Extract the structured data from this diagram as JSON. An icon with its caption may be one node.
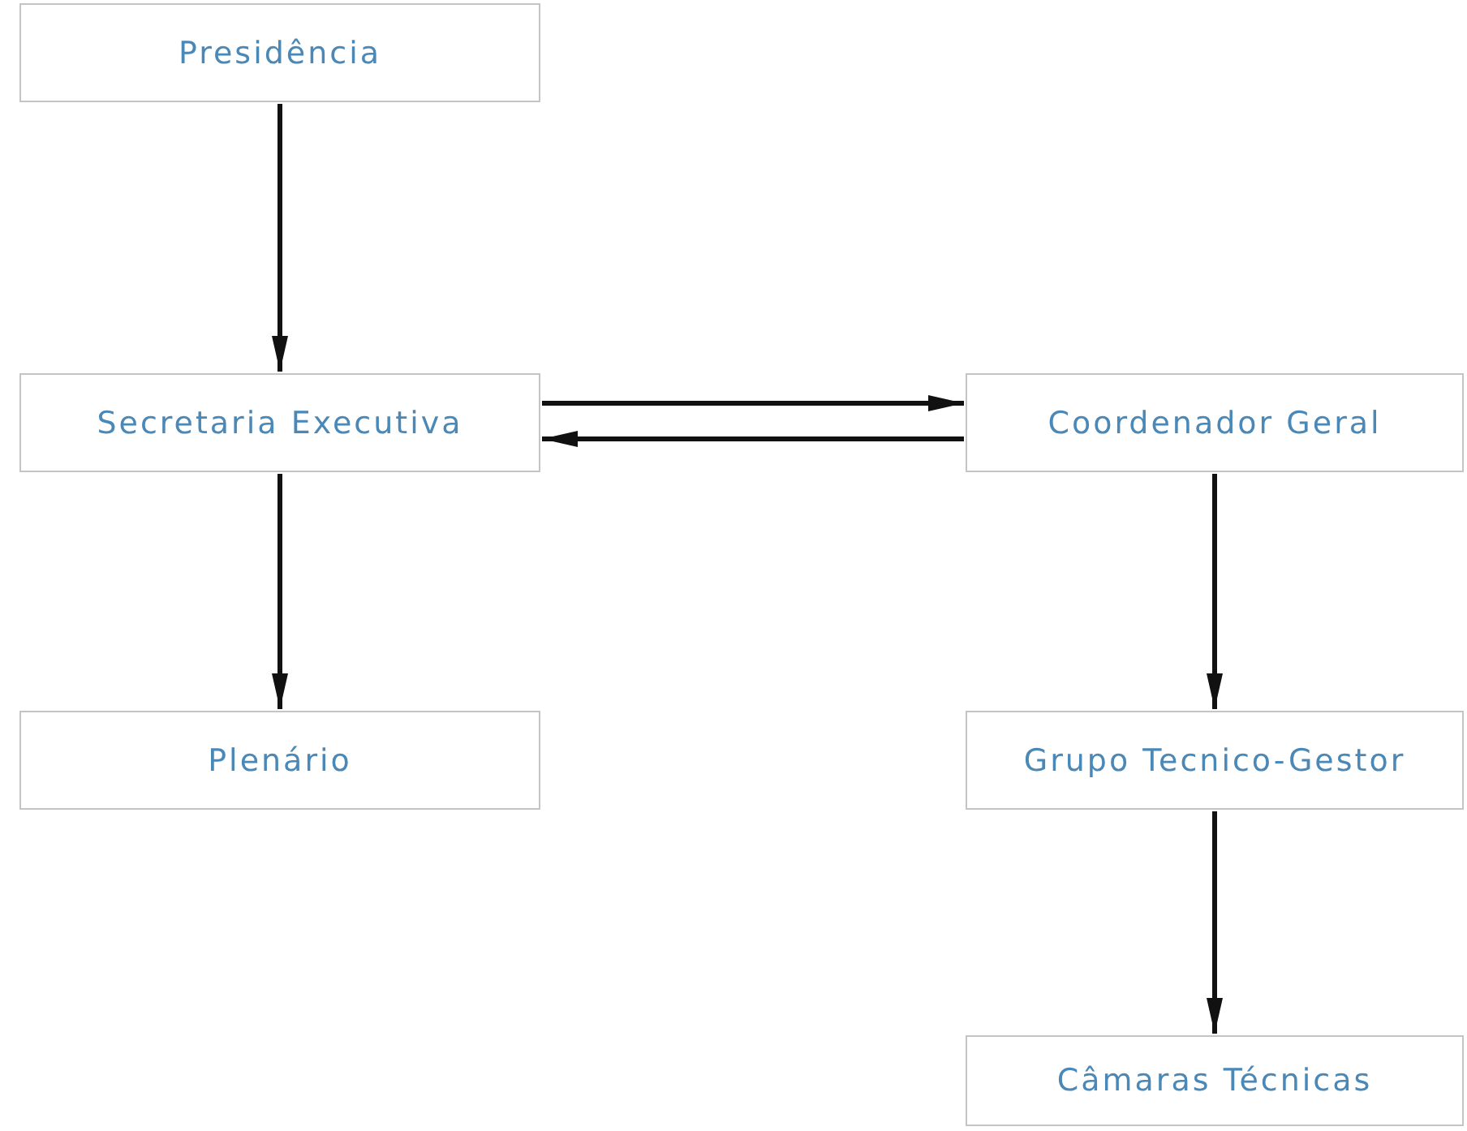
{
  "diagram": {
    "nodes": [
      {
        "text": [
          "Presidência"
        ]
      },
      {
        "text": [
          "Secretaria Executiva"
        ]
      },
      {
        "text": [
          "Plenário"
        ]
      },
      {
        "text": [
          "Coordenador Geral"
        ]
      },
      {
        "text": [
          "Grupo Tecnico-Gestor"
        ]
      },
      {
        "text": [
          "Câmaras Técnicas"
        ]
      }
    ],
    "edges": [
      {
        "from": 0,
        "to": 1,
        "arrow": "to"
      },
      {
        "from": 1,
        "to": 2,
        "arrow": "to"
      },
      {
        "from": 1,
        "to": 3,
        "arrow": "to"
      },
      {
        "from": 3,
        "to": 1,
        "arrow": "to"
      },
      {
        "from": 3,
        "to": 4,
        "arrow": "to"
      },
      {
        "from": 4,
        "to": 5,
        "arrow": "to"
      }
    ]
  }
}
